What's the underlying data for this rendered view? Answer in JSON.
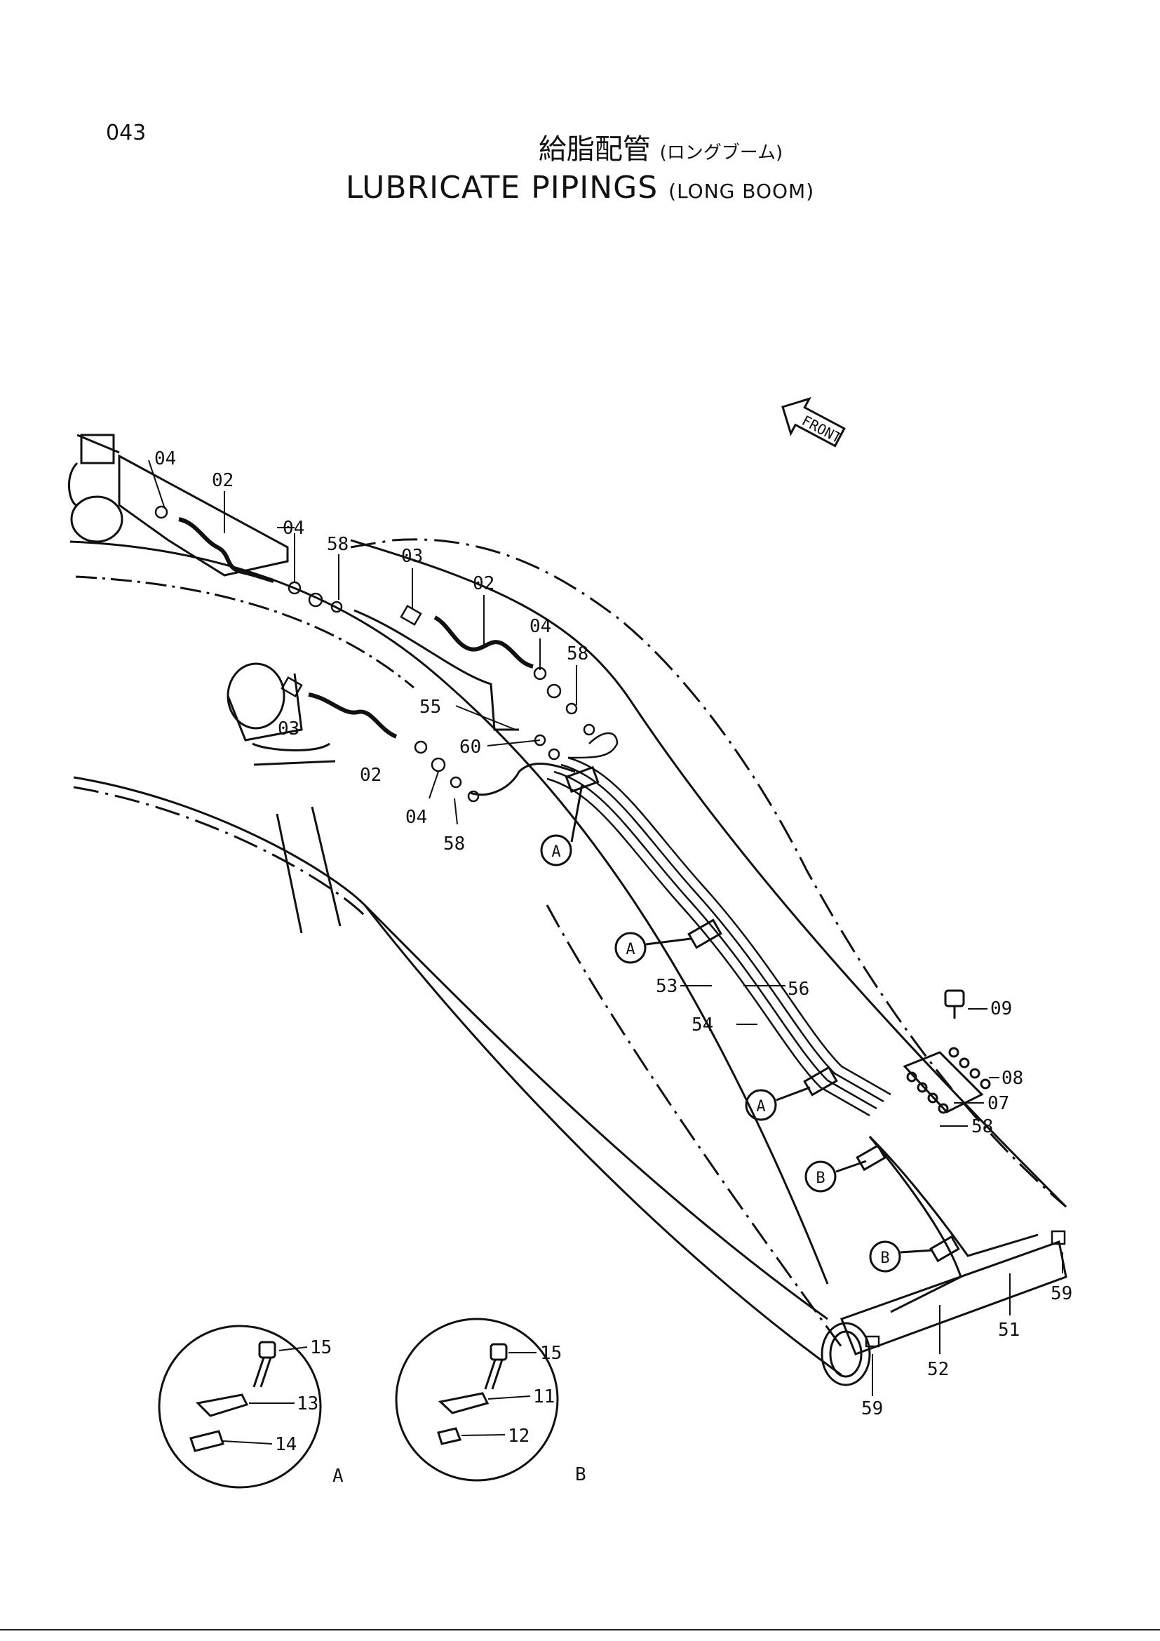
{
  "page": {
    "number": "043"
  },
  "title": {
    "japanese": "給脂配管",
    "japanese_sub": "(ロングブーム)",
    "english": "LUBRICATE PIPINGS",
    "english_sub": "(LONG BOOM)"
  },
  "front_indicator": "FRONT",
  "callouts": {
    "c04a": "04",
    "c02a": "02",
    "c04b": "04",
    "c58a": "58",
    "c03a": "03",
    "c02b": "02",
    "c04c": "04",
    "c58b": "58",
    "c55": "55",
    "c60": "60",
    "c03b": "03",
    "c02c": "02",
    "c04d": "04",
    "c58c": "58",
    "c53": "53",
    "c56": "56",
    "c54": "54",
    "c09": "09",
    "c08": "08",
    "c07": "07",
    "c58d": "58",
    "c59a": "59",
    "c51": "51",
    "c52": "52",
    "c59b": "59"
  },
  "detail_markers": {
    "m1": "A",
    "m2": "A",
    "m3": "A",
    "m4": "B",
    "m5": "B"
  },
  "detail_a": {
    "letter": "A",
    "bolt": "15",
    "clamp": "13",
    "nut": "14"
  },
  "detail_b": {
    "letter": "B",
    "bolt": "15",
    "clamp": "11",
    "nut": "12"
  }
}
